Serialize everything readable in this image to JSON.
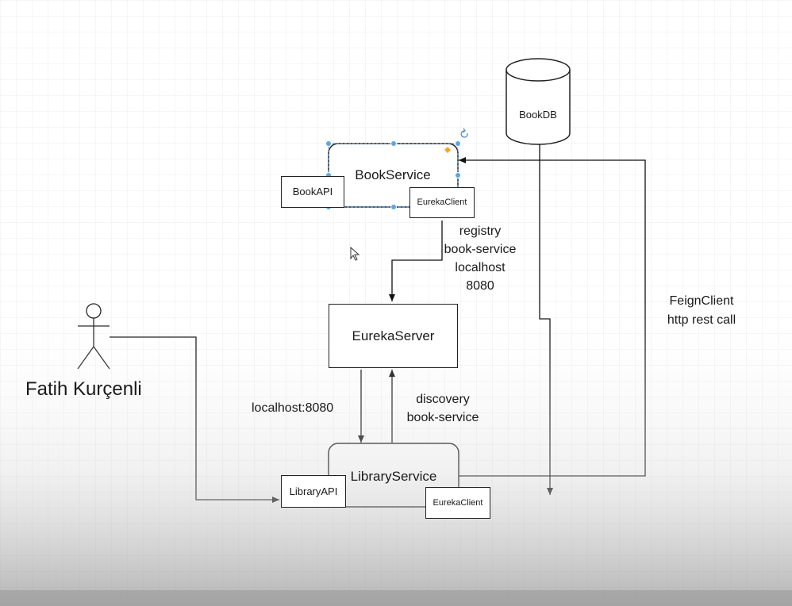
{
  "diagram": {
    "actor": {
      "name": "Fatih Kurçenli"
    },
    "bookdb": {
      "label": "BookDB"
    },
    "book_service": {
      "label": "BookService",
      "api_label": "BookAPI",
      "client_label": "EurekaClient"
    },
    "eureka_server": {
      "label": "EurekaServer"
    },
    "library_service": {
      "label": "LibraryService",
      "api_label": "LibraryAPI",
      "client_label": "EurekaClient"
    },
    "annotations": {
      "registry": [
        "registry",
        "book-service",
        "localhost",
        "8080"
      ],
      "localhost": "localhost:8080",
      "discovery": [
        "discovery",
        "book-service"
      ],
      "feign": [
        "FeignClient",
        "http rest call"
      ]
    }
  }
}
